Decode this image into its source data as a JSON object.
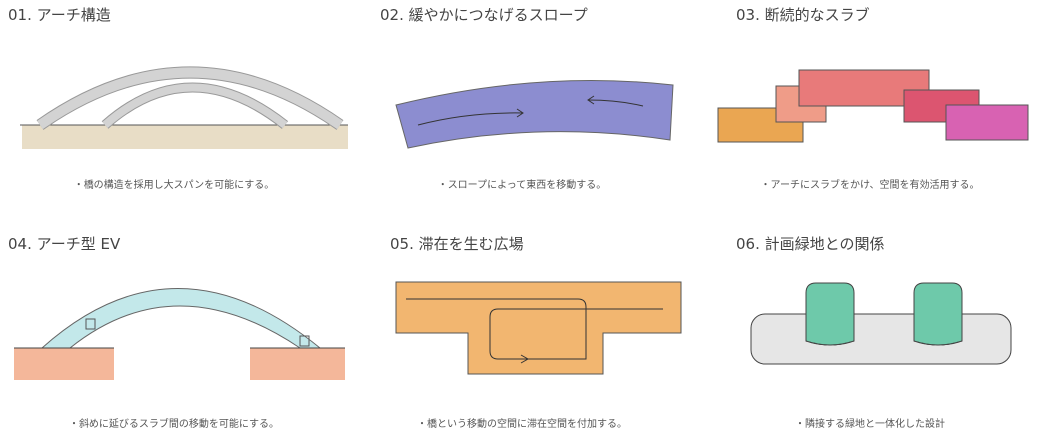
{
  "panels": [
    {
      "title": "01. アーチ構造",
      "caption": "橋の構造を採用し大スパンを可能にする。"
    },
    {
      "title": "02. 緩やかにつなげるスロープ",
      "caption": "スロープによって東西を移動する。"
    },
    {
      "title": "03. 断続的なスラブ",
      "caption": "アーチにスラブをかけ、空間を有効活用する。"
    },
    {
      "title": "04. アーチ型 EV",
      "caption": "斜めに延びるスラブ間の移動を可能にする。"
    },
    {
      "title": "05. 滞在を生む広場",
      "caption": "橋という移動の空間に滞在空間を付加する。"
    },
    {
      "title": "06. 計画緑地との関係",
      "caption": "隣接する緑地と一体化した設計"
    }
  ],
  "colors": {
    "arch": "#c9c9c9",
    "ground": "#d8c8a8",
    "slope": "#8f8fd0",
    "slab_orange": "#eaa650",
    "slab_salmon": "#ee9a88",
    "slab_red": "#e37373",
    "slab_crimson": "#dc5070",
    "slab_magenta": "#d860b0",
    "ev_arch": "#bfe6e8",
    "ev_ground": "#f0a888",
    "plaza": "#f2b670",
    "green": "#6ec9aa",
    "grey_base": "#e6e6e6"
  }
}
